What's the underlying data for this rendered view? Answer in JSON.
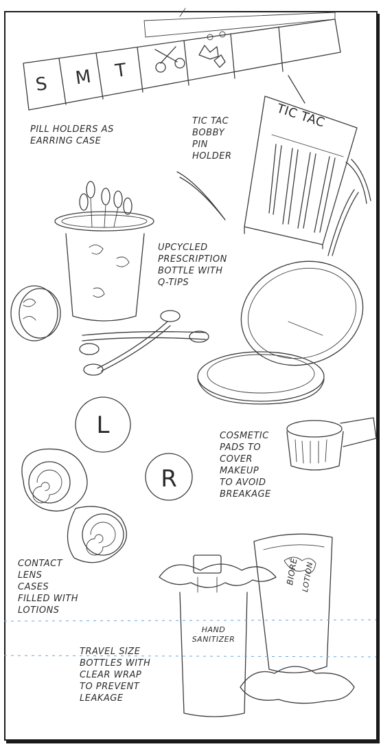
{
  "pill_box": {
    "days": [
      "S",
      "M",
      "T"
    ]
  },
  "labels": {
    "pill": "PILL HOLDERS AS\nEARRING CASE",
    "tictac": "TIC TAC\nBOBBY\nPIN\nHOLDER",
    "prescription": "UPCYCLED\nPRESCRIPTION\nBOTTLE WITH\nQ-TIPS",
    "cosmetic": "COSMETIC\nPADS TO\nCOVER\nMAKEUP\nTO AVOID\nBREAKAGE",
    "contact": "CONTACT\nLENS\nCASES\nFILLED WITH\nLOTIONS",
    "travel": "TRAVEL SIZE\nBOTTLES WITH\nCLEAR WRAP\nTO PREVENT\nLEAKAGE"
  },
  "tictac_box": {
    "brand": "TIC TAC"
  },
  "lens_case": {
    "left_cap": "L",
    "right_cap": "R"
  },
  "sanitizer": {
    "text": "HAND\nSANITIZER"
  },
  "lotion_tube": {
    "brand": "BIORÉ",
    "text": "LOTION"
  },
  "colors": {
    "ink": "#3a3a3a",
    "guide": "#6aa6d8"
  }
}
